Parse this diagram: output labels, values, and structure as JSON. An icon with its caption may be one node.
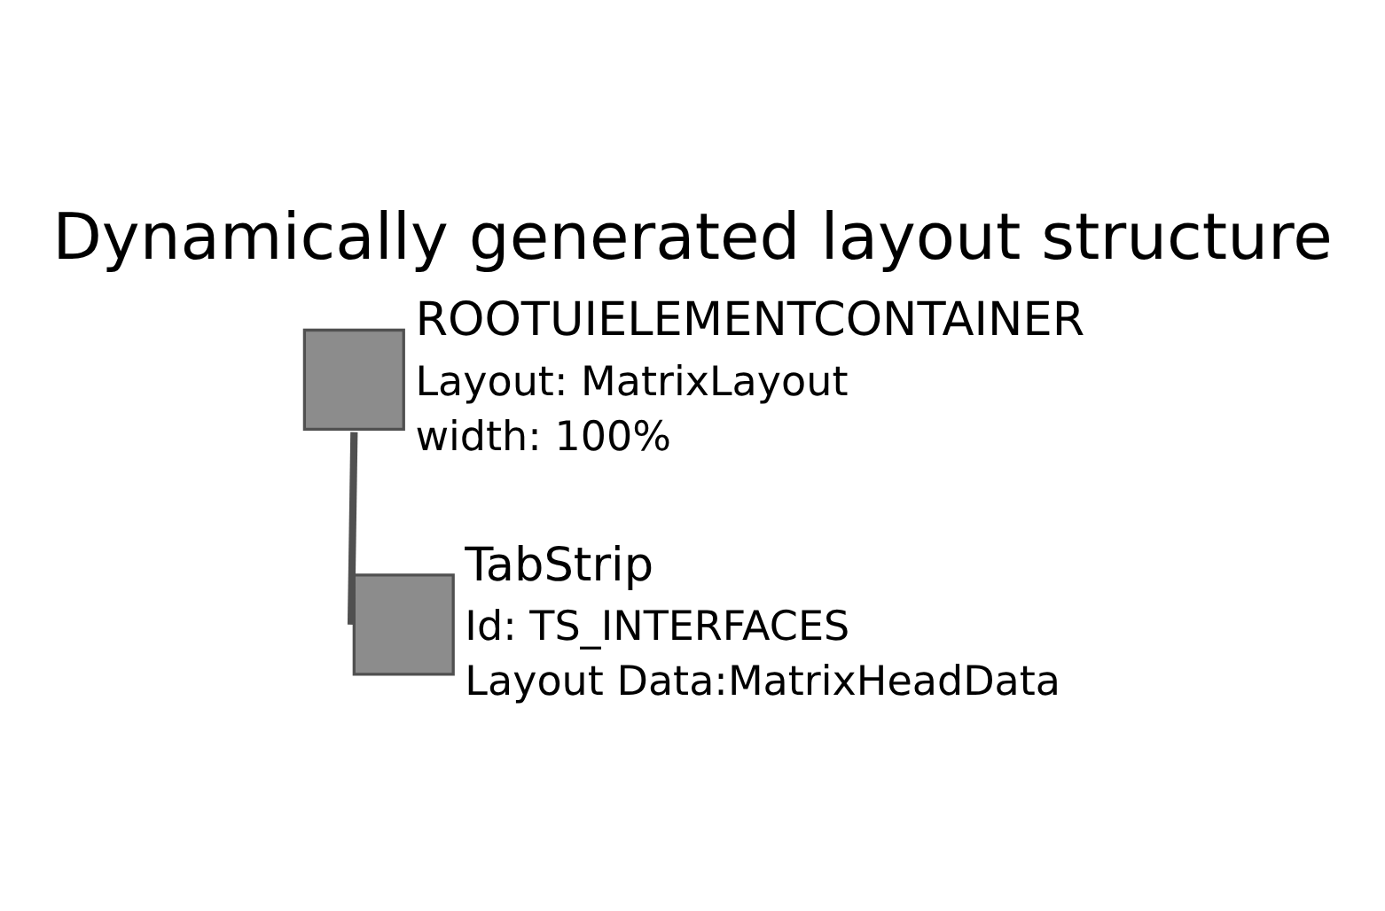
{
  "diagram": {
    "title": "Dynamically generated layout structure",
    "nodes": [
      {
        "text": [],
        "shape": "box",
        "beside": [
          "ROOTUIELEMENTCONTAINER",
          "Layout: MatrixLayout",
          "width: 100%"
        ]
      },
      {
        "text": [],
        "shape": "box",
        "beside": [
          "TabStrip",
          "Id: TS_INTERFACES",
          "Layout Data:MatrixHeadData"
        ]
      }
    ],
    "edges": [
      {
        "from": 0,
        "to": 1,
        "arrow": "none"
      }
    ]
  }
}
